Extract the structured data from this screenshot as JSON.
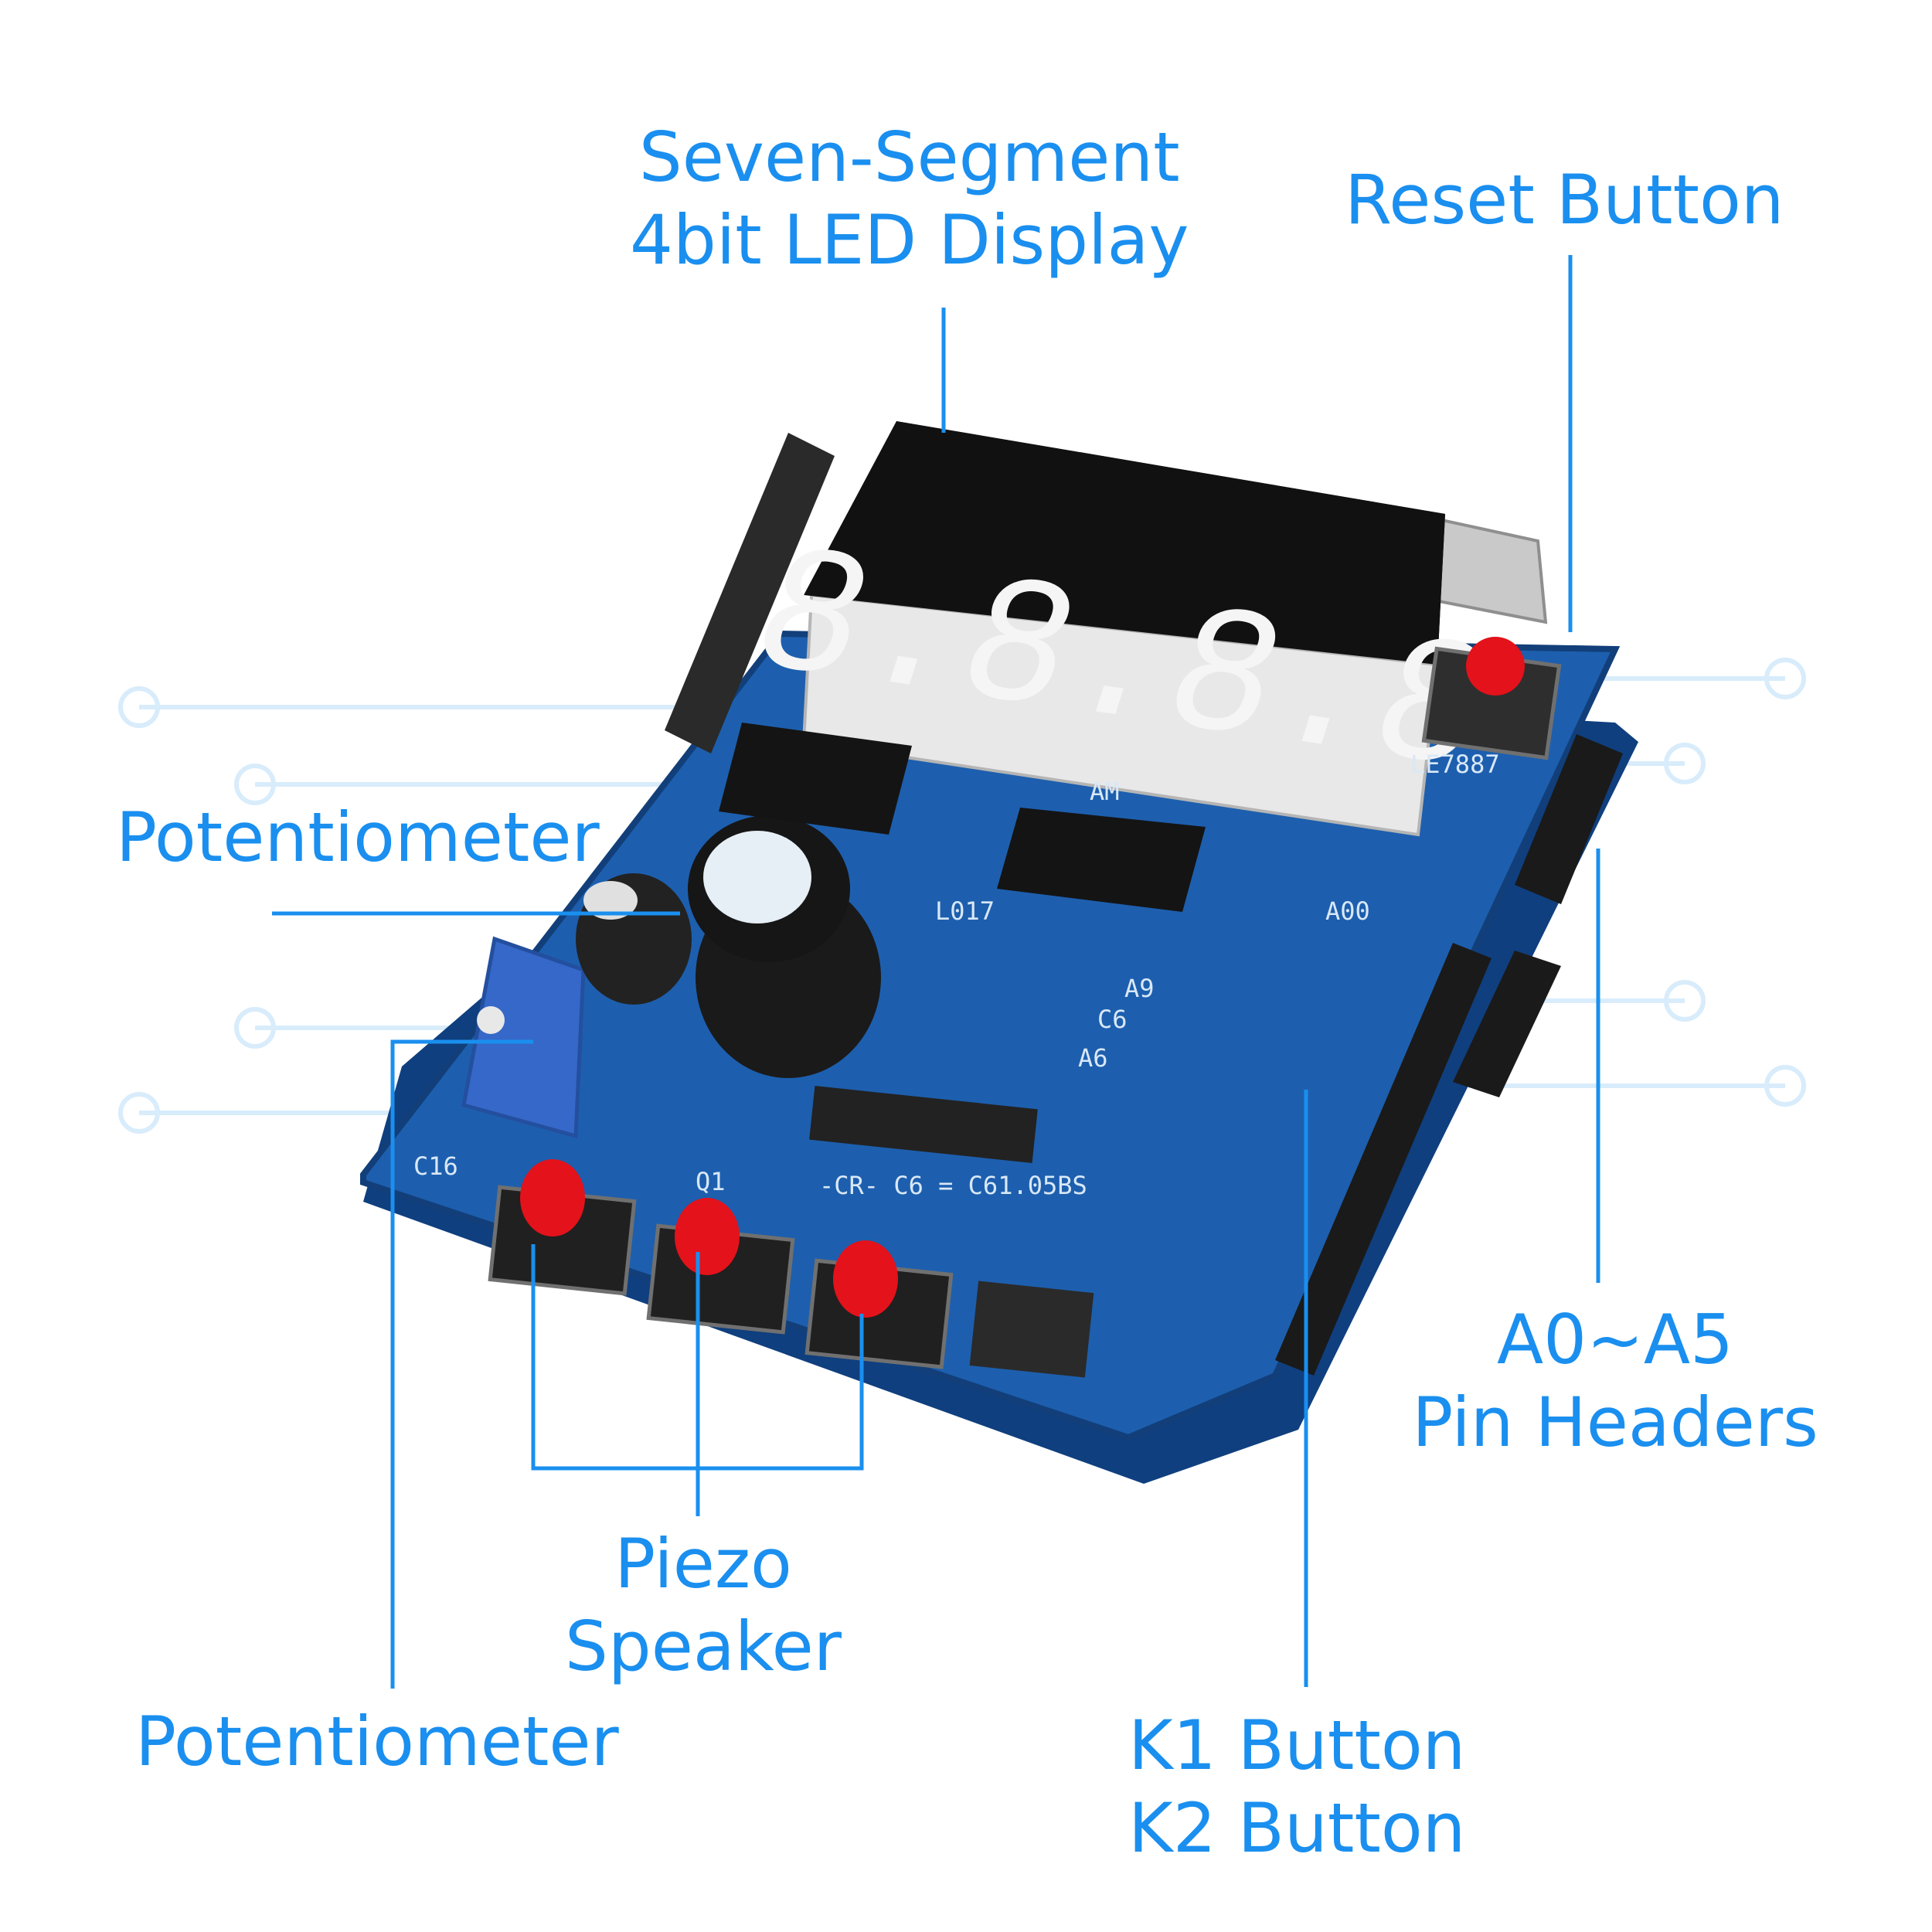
{
  "colors": {
    "accent": "#1a8fef",
    "board": "#1d5fae",
    "board_dark": "#0f3f7e",
    "button_red": "#e3121b",
    "display_body": "#1a1a1a",
    "watermark": "#d8ecfb"
  },
  "labels": {
    "seven_segment": {
      "line1": "Seven-Segment",
      "line2": "4bit LED Display"
    },
    "reset_button": {
      "line1": "Reset Button"
    },
    "potentiometer_top": {
      "line1": "Potentiometer"
    },
    "a0_a5": {
      "line1": "A0~A5",
      "line2": "Pin Headers"
    },
    "piezo": {
      "line1": "Piezo",
      "line2": "Speaker"
    },
    "potentiometer_bottom": {
      "line1": "Potentiometer"
    },
    "k_buttons": {
      "line1": "K1 Button",
      "line2": "K2 Button"
    }
  },
  "board": {
    "display_digits": "8.8.8.8",
    "silkscreen": [
      "LE7887",
      "AM",
      "L017",
      "A00",
      "A9",
      "A6",
      "C6",
      "-CR- C6 = C61.05BS",
      "C16",
      "Q1"
    ]
  }
}
